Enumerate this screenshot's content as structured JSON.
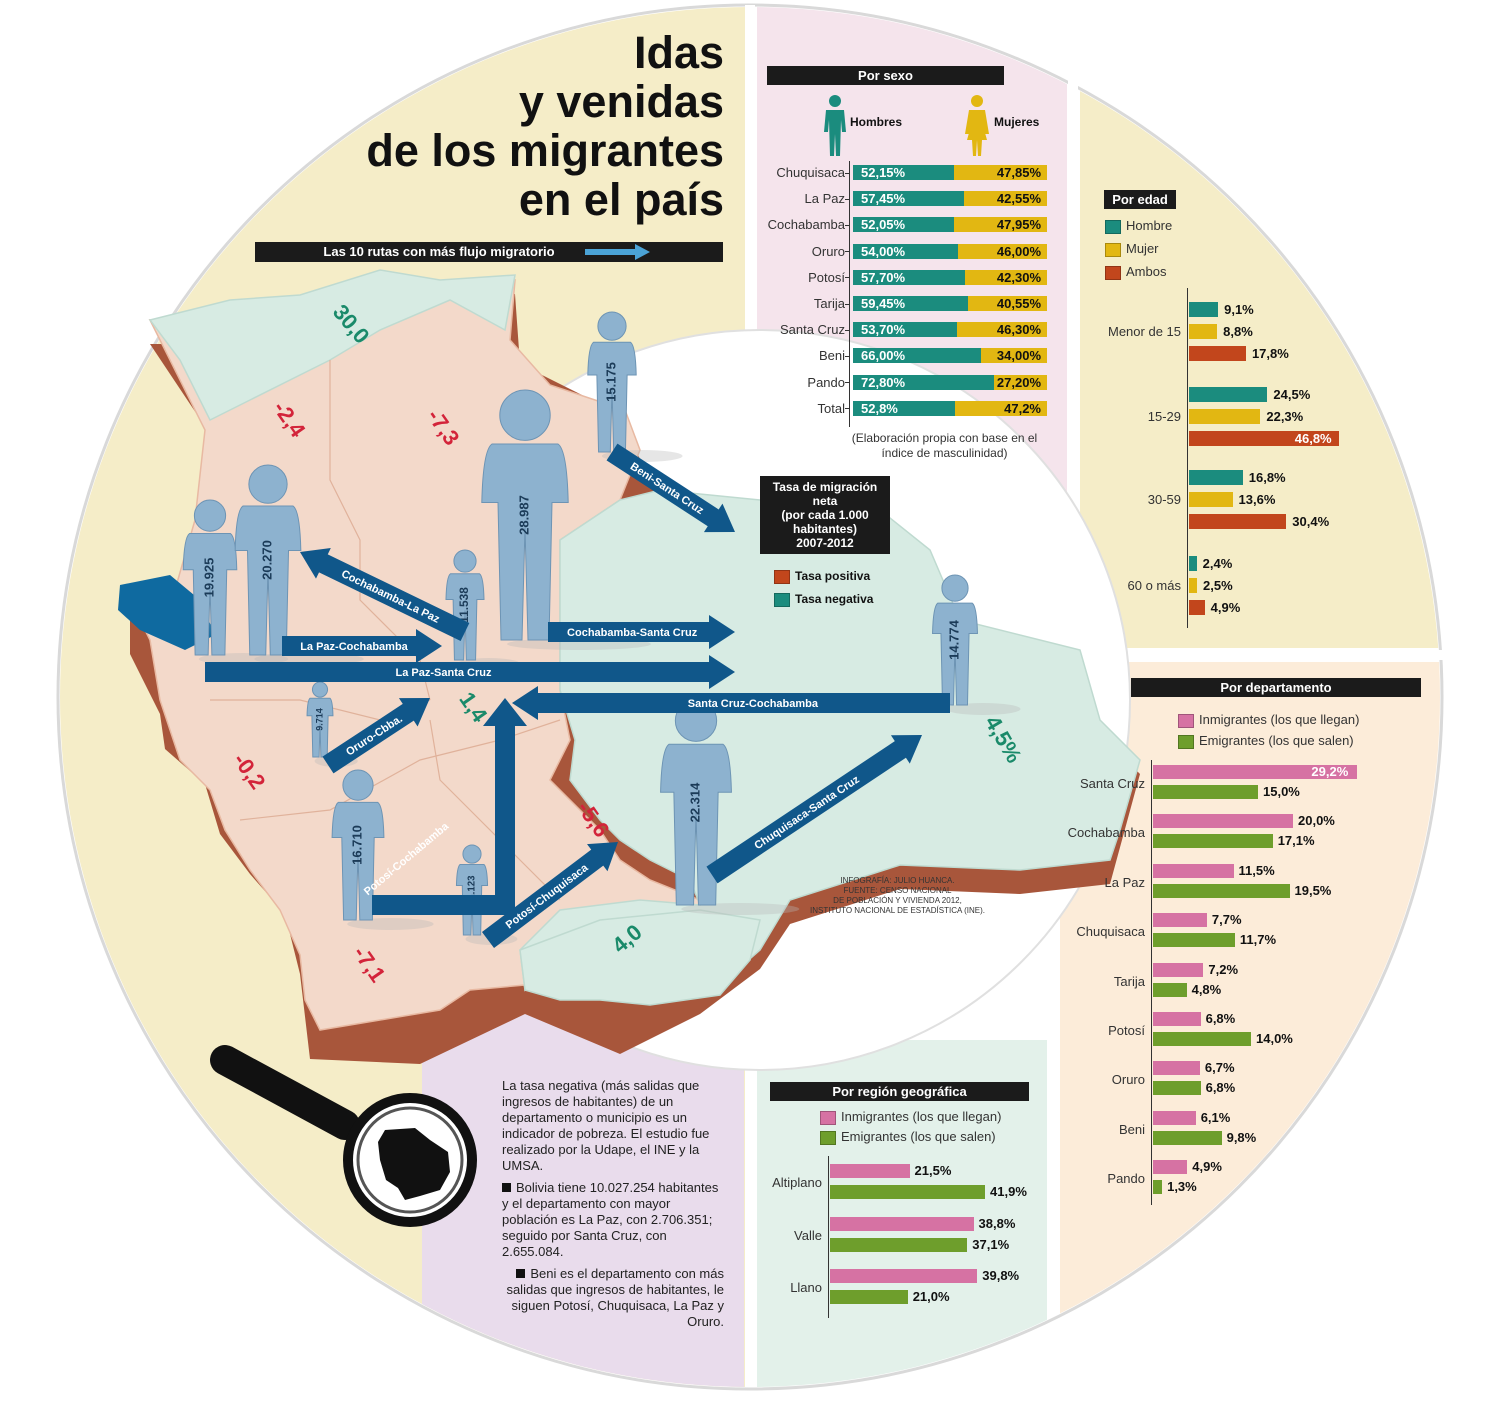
{
  "title_lines": [
    "Idas",
    "y venidas",
    "de los migrantes",
    "en el país"
  ],
  "routes_banner": "Las 10 rutas con más flujo migratorio",
  "colors": {
    "teal": "#1b8c7e",
    "yellow": "#e2b712",
    "red_orange": "#c2461c",
    "pink": "#d672a3",
    "green": "#6e9e2c",
    "route_blue": "#10578a",
    "figure_blue": "#8db2cf",
    "map_pink": "#f3d9ca",
    "map_teal": "#d7ebe3",
    "panel_yellow": "#f5edc8",
    "panel_pink": "#f5e4ec",
    "panel_orange": "#fcecd9",
    "panel_mint": "#e3f1ea",
    "panel_lilac": "#e9dcec",
    "rate_red": "#d3243a",
    "rate_green": "#1a8a6a"
  },
  "map": {
    "rates": [
      {
        "value": "30,0",
        "type": "negativa"
      },
      {
        "value": "-2,4",
        "type": "positiva"
      },
      {
        "value": "-7,3",
        "type": "positiva"
      },
      {
        "value": "1,4",
        "type": "negativa"
      },
      {
        "value": "-0,2",
        "type": "positiva"
      },
      {
        "value": "-5,6",
        "type": "positiva"
      },
      {
        "value": "-7,1",
        "type": "positiva"
      },
      {
        "value": "4,0",
        "type": "negativa"
      },
      {
        "value": "4,5%",
        "type": "negativa"
      }
    ],
    "figures": [
      "19.925",
      "20.270",
      "11.538",
      "28.987",
      "15.175",
      "9.714",
      "16.710",
      "11.123",
      "22.314",
      "14.774"
    ],
    "routes": [
      "Beni-Santa Cruz",
      "Cochabamba-La Paz",
      "La Paz-Cochabamba",
      "Cochabamba-Santa Cruz",
      "La Paz-Santa Cruz",
      "Santa Cruz-Cochabamba",
      "Oruro-Cbba.",
      "Potosí-Cochabamba",
      "Potosí-Chuquisaca",
      "Chuquisaca-Santa Cruz"
    ]
  },
  "tasa": {
    "title_lines": [
      "Tasa de migración",
      "neta",
      "(por cada 1.000",
      "habitantes)",
      "2007-2012"
    ],
    "legend_positive": "Tasa positiva",
    "legend_negative": "Tasa negativa"
  },
  "credits_1": [
    "INFOGRAFÍA: JULIO HUANCA.",
    "FUENTE: CENSO NACIONAL",
    "DE POBLACIÓN Y VIVIENDA 2012,",
    "INSTITUTO NACIONAL DE ESTADÍSTICA (INE)."
  ],
  "body_text": {
    "p1": "La tasa negativa (más salidas que ingresos de habitantes) de un departamento o municipio es un indicador de pobreza. El estudio fue realizado por la Udape, el INE y la UMSA.",
    "p2": "Bolivia tiene 10.027.254 habitantes y el departamento con mayor población es La Paz, con 2.706.351; seguido por Santa Cruz, con 2.655.084.",
    "p3": "Beni es el departamento con más salidas que ingresos de habitantes, le siguen Potosí, Chuquisaca, La Paz y Oruro."
  },
  "chart_data": [
    {
      "type": "bar",
      "title": "Por sexo",
      "series": [
        {
          "name": "Hombres",
          "values": [
            52.15,
            57.45,
            52.05,
            54.0,
            57.7,
            59.45,
            53.7,
            66.0,
            72.8,
            52.8
          ],
          "labels": [
            "52,15%",
            "57,45%",
            "52,05%",
            "54,00%",
            "57,70%",
            "59,45%",
            "53,70%",
            "66,00%",
            "72,80%",
            "52,8%"
          ]
        },
        {
          "name": "Mujeres",
          "values": [
            47.85,
            42.55,
            47.95,
            46.0,
            42.3,
            40.55,
            46.3,
            34.0,
            27.2,
            47.2
          ],
          "labels": [
            "47,85%",
            "42,55%",
            "47,95%",
            "46,00%",
            "42,30%",
            "40,55%",
            "46,30%",
            "34,00%",
            "27,20%",
            "47,2%"
          ]
        }
      ],
      "categories": [
        "Chuquisaca",
        "La Paz",
        "Cochabamba",
        "Oruro",
        "Potosí",
        "Tarija",
        "Santa Cruz",
        "Beni",
        "Pando",
        "Total"
      ],
      "note": "(Elaboración propia con base en el índice de masculinidad)",
      "stacked": true
    },
    {
      "type": "bar",
      "title": "Por edad",
      "categories": [
        "Menor de 15",
        "15-29",
        "30-59",
        "60 o más"
      ],
      "series": [
        {
          "name": "Hombre",
          "values": [
            9.1,
            24.5,
            16.8,
            2.4
          ],
          "labels": [
            "9,1%",
            "24,5%",
            "16,8%",
            "2,4%"
          ]
        },
        {
          "name": "Mujer",
          "values": [
            8.8,
            22.3,
            13.6,
            2.5
          ],
          "labels": [
            "8,8%",
            "22,3%",
            "13,6%",
            "2,5%"
          ]
        },
        {
          "name": "Ambos",
          "values": [
            17.8,
            46.8,
            30.4,
            4.9
          ],
          "labels": [
            "17,8%",
            "46,8%",
            "30,4%",
            "4,9%"
          ]
        }
      ]
    },
    {
      "type": "bar",
      "title": "Por departamento",
      "categories": [
        "Santa Cruz",
        "Cochabamba",
        "La Paz",
        "Chuquisaca",
        "Tarija",
        "Potosí",
        "Oruro",
        "Beni",
        "Pando"
      ],
      "series": [
        {
          "name": "Inmigrantes (los que llegan)",
          "values": [
            29.2,
            20.0,
            11.5,
            7.7,
            7.2,
            6.8,
            6.7,
            6.1,
            4.9
          ],
          "labels": [
            "29,2%",
            "20,0%",
            "11,5%",
            "7,7%",
            "7,2%",
            "6,8%",
            "6,7%",
            "6,1%",
            "4,9%"
          ]
        },
        {
          "name": "Emigrantes (los que salen)",
          "values": [
            15.0,
            17.1,
            19.5,
            11.7,
            4.8,
            14.0,
            6.8,
            9.8,
            1.3
          ],
          "labels": [
            "15,0%",
            "17,1%",
            "19,5%",
            "11,7%",
            "4,8%",
            "14,0%",
            "6,8%",
            "9,8%",
            "1,3%"
          ]
        }
      ]
    },
    {
      "type": "bar",
      "title": "Por región geográfica",
      "categories": [
        "Altiplano",
        "Valle",
        "Llano"
      ],
      "series": [
        {
          "name": "Inmigrantes (los que llegan)",
          "values": [
            21.5,
            38.8,
            39.8
          ],
          "labels": [
            "21,5%",
            "38,8%",
            "39,8%"
          ]
        },
        {
          "name": "Emigrantes (los que salen)",
          "values": [
            41.9,
            37.1,
            21.0
          ],
          "labels": [
            "41,9%",
            "37,1%",
            "21,0%"
          ]
        }
      ]
    }
  ]
}
